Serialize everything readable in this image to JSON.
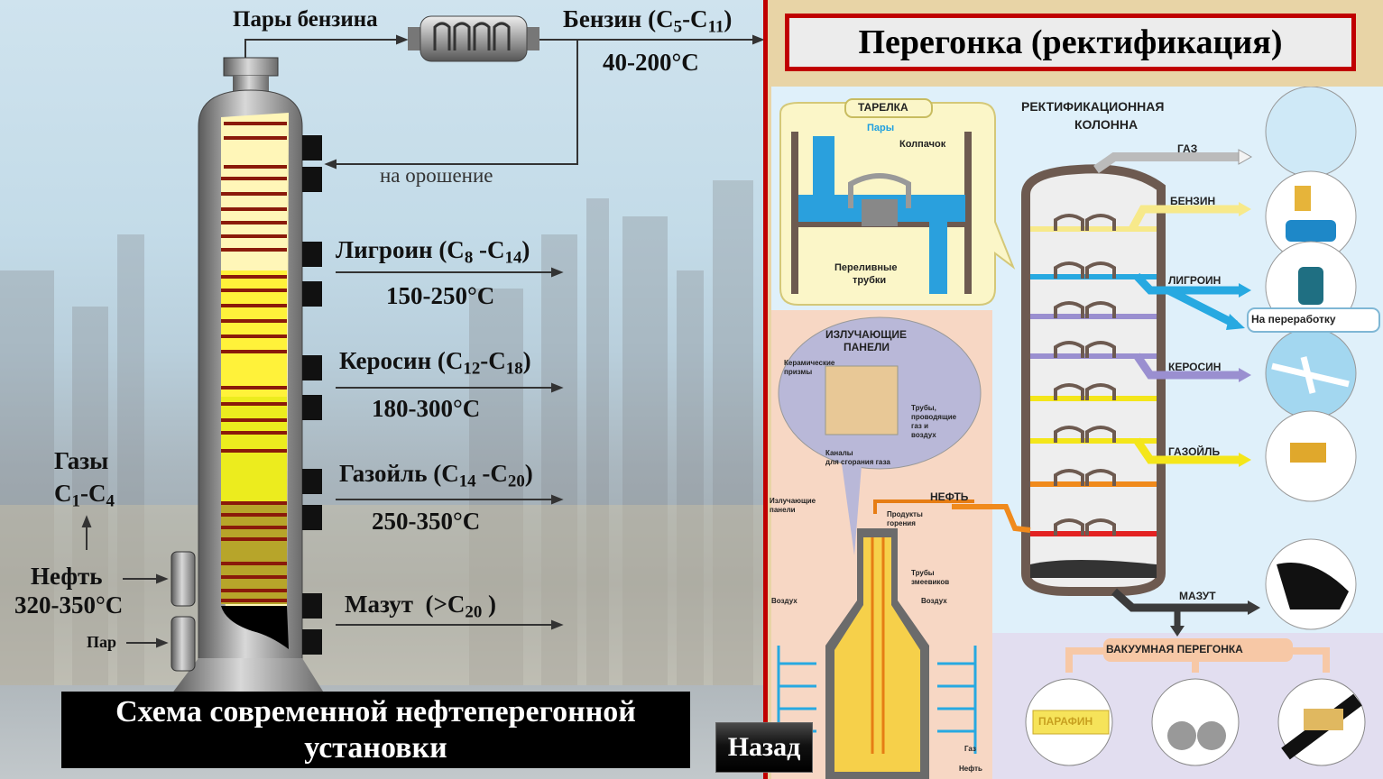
{
  "left_panel": {
    "caption": "Схема современной нефтеперегонной установки",
    "top_flow": {
      "vapor_label": "Пары бензина",
      "product_name": "Бензин (C",
      "product_sub1": "5",
      "product_mid": "-C",
      "product_sub2": "11",
      "product_end": ")",
      "temp": "40-200°C",
      "reflux_label": "на орошение"
    },
    "fractions": [
      {
        "name": "Лигроин (C",
        "sub1": "8",
        "mid": " -C",
        "sub2": "14",
        "end": ")",
        "temp": "150-250°C"
      },
      {
        "name": "Керосин (C",
        "sub1": "12",
        "mid": "-C",
        "sub2": "18",
        "end": ")",
        "temp": "180-300°C"
      },
      {
        "name": "Газойль (C",
        "sub1": "14",
        "mid": " -C",
        "sub2": "20",
        "end": ")",
        "temp": "250-350°C"
      },
      {
        "name": "Мазут  (>C",
        "sub1": "20",
        "mid": "",
        "sub2": "",
        "end": " )",
        "temp": ""
      }
    ],
    "gases": {
      "label": "Газы",
      "formula_a": "C",
      "sub1": "1",
      "formula_b": "-C",
      "sub2": "4"
    },
    "feed": {
      "label": "Нефть",
      "temp": "320-350°C"
    },
    "steam": {
      "label": "Пар"
    }
  },
  "back_button": {
    "label": "Назад"
  },
  "right_panel": {
    "title": "Перегонка (ректификация)",
    "tray_inset": {
      "title": "ТАРЕЛКА",
      "vapors": "Пары",
      "cap": "Колпачок",
      "downcomer_1": "Переливные",
      "downcomer_2": "трубки"
    },
    "column_title_1": "РЕКТИФИКАЦИОННАЯ",
    "column_title_2": "КОЛОННА",
    "products": [
      {
        "name": "ГАЗ",
        "color": "#f4f4f4"
      },
      {
        "name": "БЕНЗИН",
        "color": "#f7e98a"
      },
      {
        "name": "ЛИГРОИН",
        "color": "#27a9e1"
      },
      {
        "name": "КЕРОСИН",
        "color": "#9a8fd0"
      },
      {
        "name": "ГАЗОЙЛЬ",
        "color": "#f4e61a"
      },
      {
        "name": "МАЗУТ",
        "color": "#3b3b3b"
      }
    ],
    "reprocess_label": "На переработку",
    "furnace": {
      "panels_title_1": "ИЗЛУЧАЮЩИЕ",
      "panels_title_2": "ПАНЕЛИ",
      "ceramic_1": "Керамические",
      "ceramic_2": "призмы",
      "pipes_1": "Трубы,",
      "pipes_2": "проводящие",
      "pipes_3": "газ и",
      "pipes_4": "воздух",
      "channels_1": "Каналы",
      "channels_2": "для сгорания газа",
      "rad_panels_1": "Излучающие",
      "rad_panels_2": "панели",
      "oil_label": "НЕФТЬ",
      "combustion_1": "Продукты",
      "combustion_2": "горения",
      "coils_1": "Трубы",
      "coils_2": "змеевиков",
      "air_left": "Воздух",
      "air_right": "Воздух",
      "gas_in": "Газ",
      "oil_in": "Нефть"
    },
    "vacuum": {
      "title": "ВАКУУМНАЯ ПЕРЕГОНКА",
      "paraffin": "ПАРАФИН"
    }
  }
}
